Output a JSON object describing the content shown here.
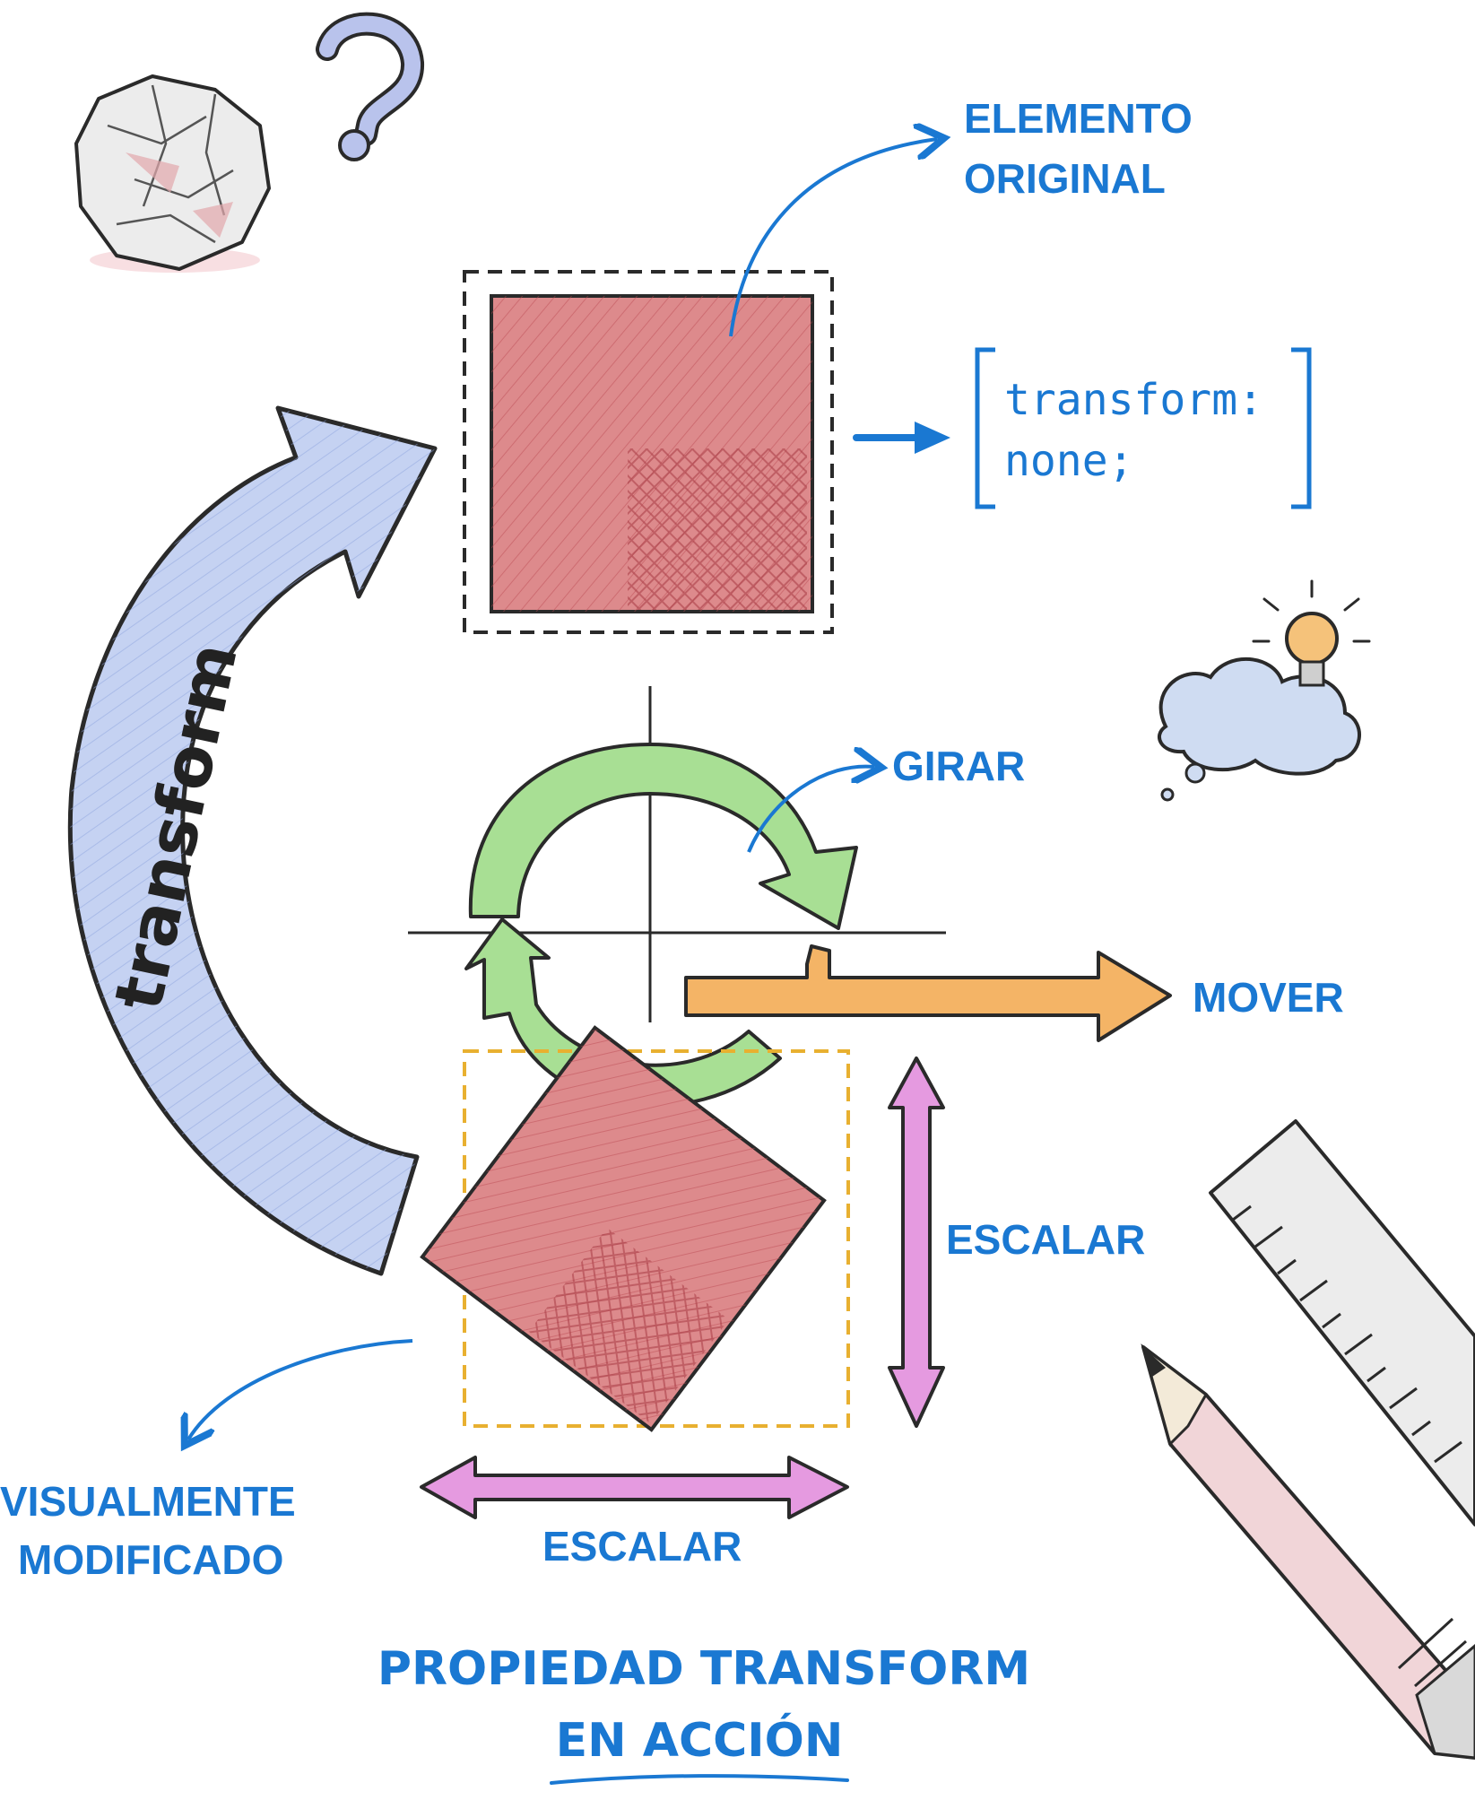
{
  "labels": {
    "original_line1": "ELEMENTO",
    "original_line2": "ORIGINAL",
    "code_line1": "transform:",
    "code_line2": "none;",
    "arc_word": "transform",
    "rotate": "GIRAR",
    "move": "MOVER",
    "scale_vertical": "ESCALAR",
    "scale_horizontal": "ESCALAR",
    "modified_line1": "VISUALMENTE",
    "modified_line2": "MODIFICADO",
    "title_line1": "PROPIEDAD TRANSFORM",
    "title_line2": "EN ACCIÓN"
  },
  "colors": {
    "label_blue": "#1a78d2",
    "square_red": "#d9777a",
    "arc_blue": "#b9c8ee",
    "rotate_green": "#9fdc8a",
    "move_orange": "#f2b060",
    "scale_pink": "#e395df",
    "dashed_gold": "#e8b030"
  }
}
